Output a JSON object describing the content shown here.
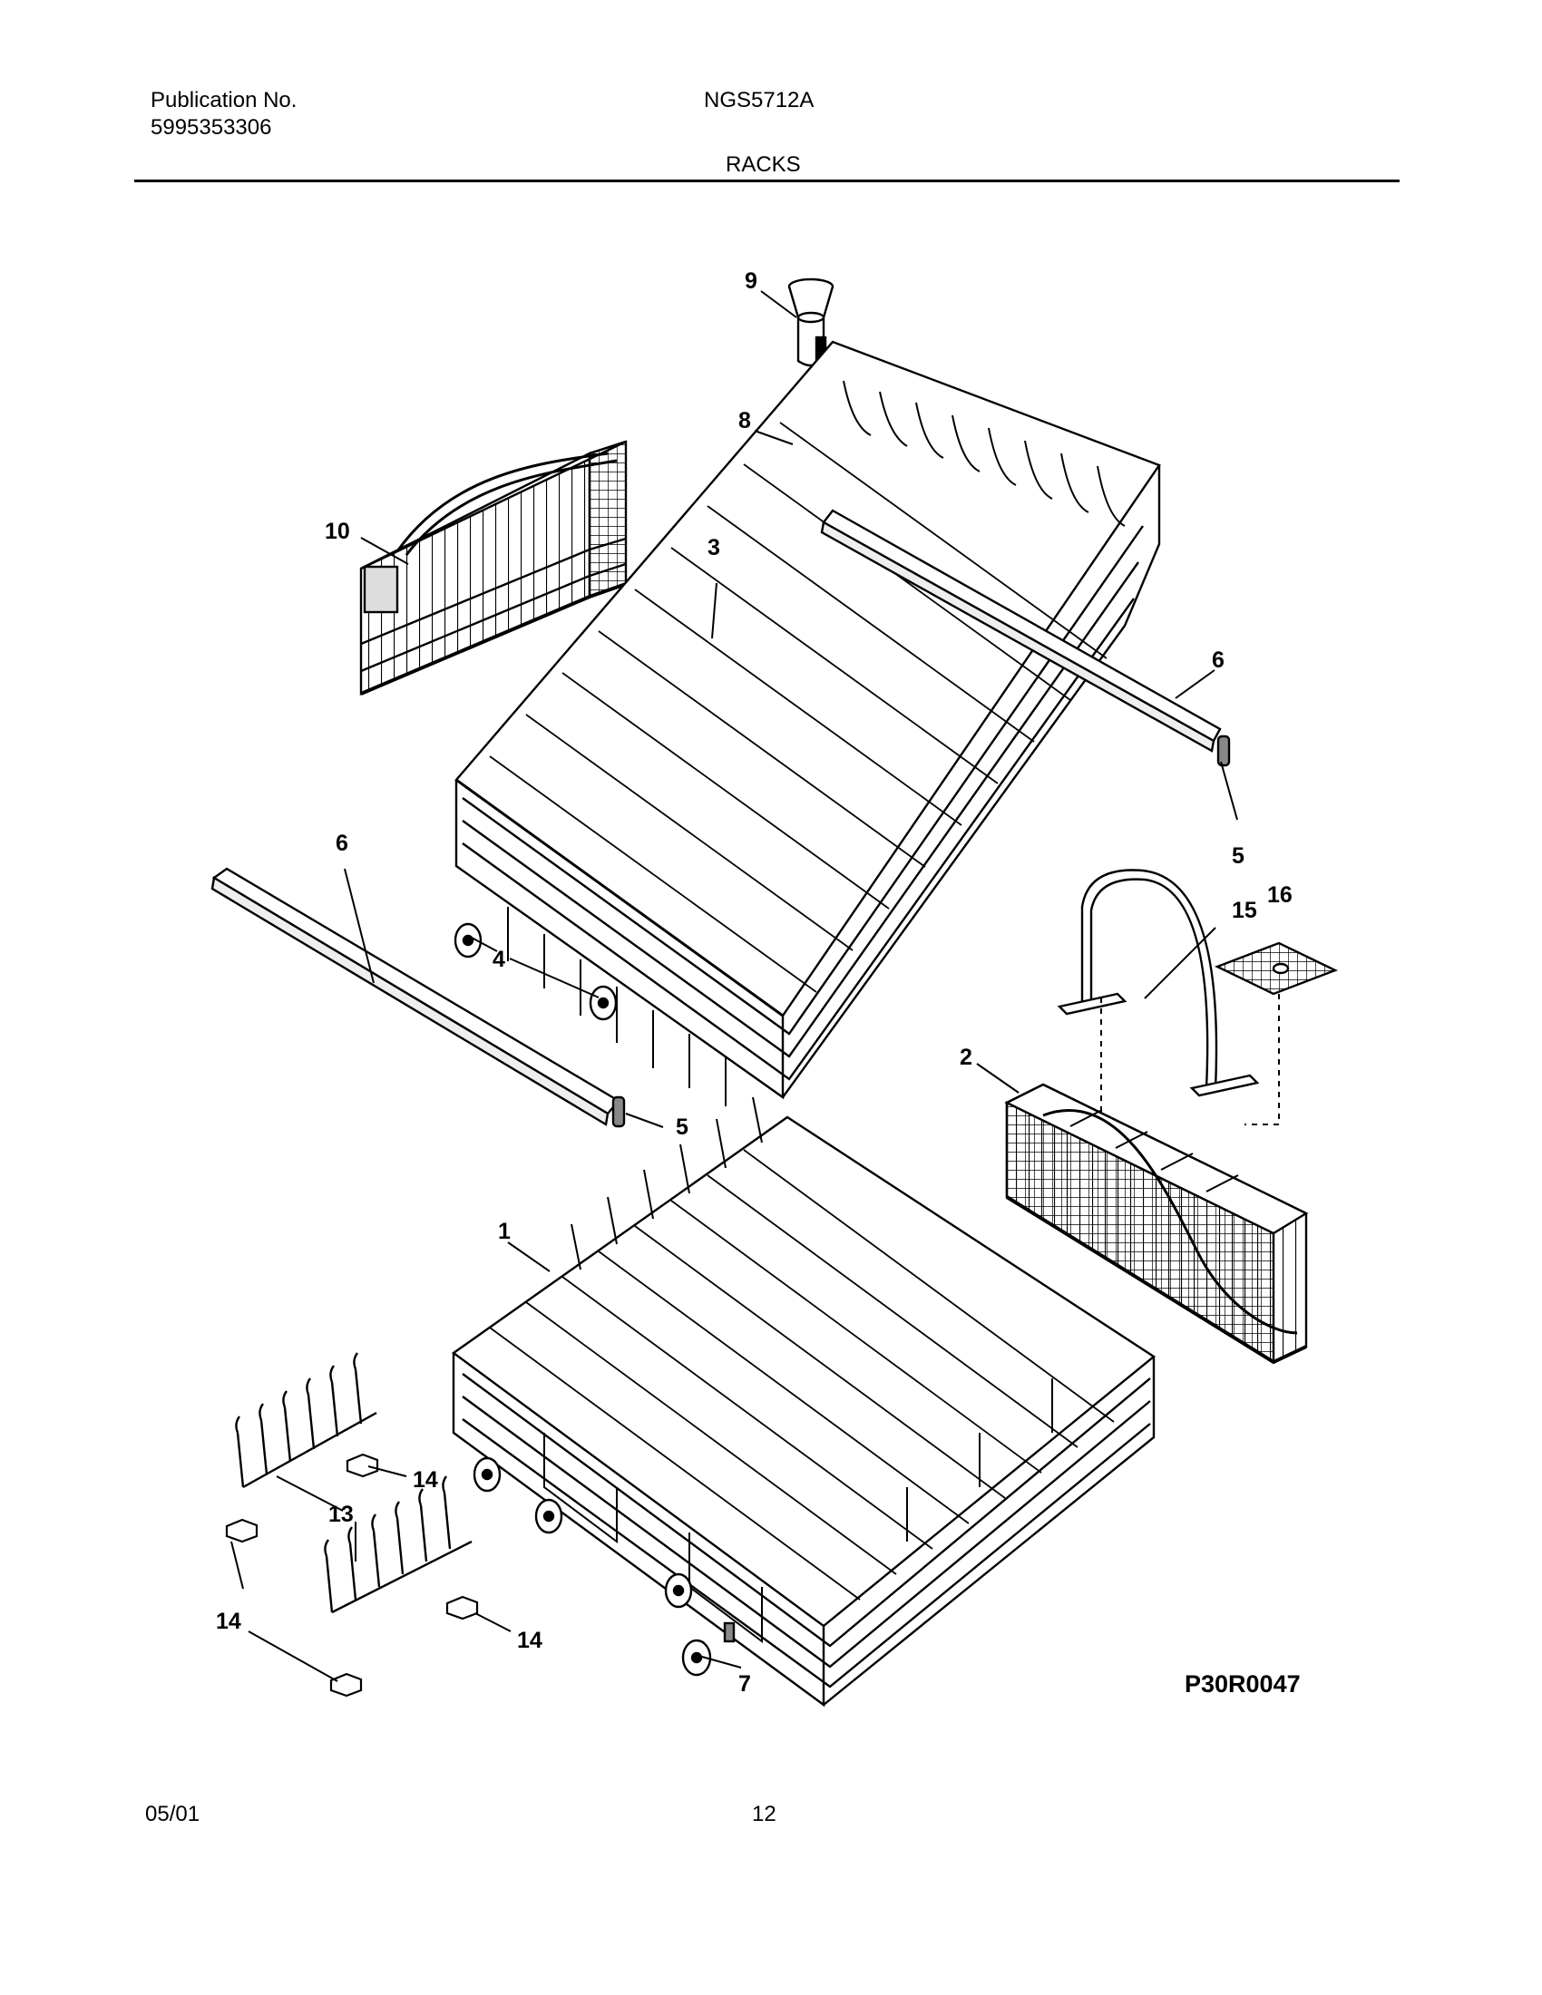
{
  "header": {
    "publication_label": "Publication No.",
    "publication_number": "5995353306",
    "model": "NGS5712A",
    "section": "RACKS"
  },
  "diagram": {
    "code": "P30R0047",
    "callouts": [
      "9",
      "8",
      "10",
      "3",
      "6",
      "5",
      "6",
      "4",
      "5",
      "15",
      "16",
      "2",
      "1",
      "14",
      "13",
      "14",
      "14",
      "7"
    ],
    "parts": [
      "lower-rack",
      "cutlery-basket",
      "upper-rack",
      "upper-rack-wheel",
      "rack-track-end-cap",
      "rack-track",
      "lower-rack-wheel",
      "spray-arm-manifold",
      "spray-nozzle",
      "small-item-basket",
      "fold-down-tine-row",
      "tine-row-clip",
      "basket-handle",
      "basket-lid"
    ]
  },
  "footer": {
    "date": "05/01",
    "page": "12"
  }
}
